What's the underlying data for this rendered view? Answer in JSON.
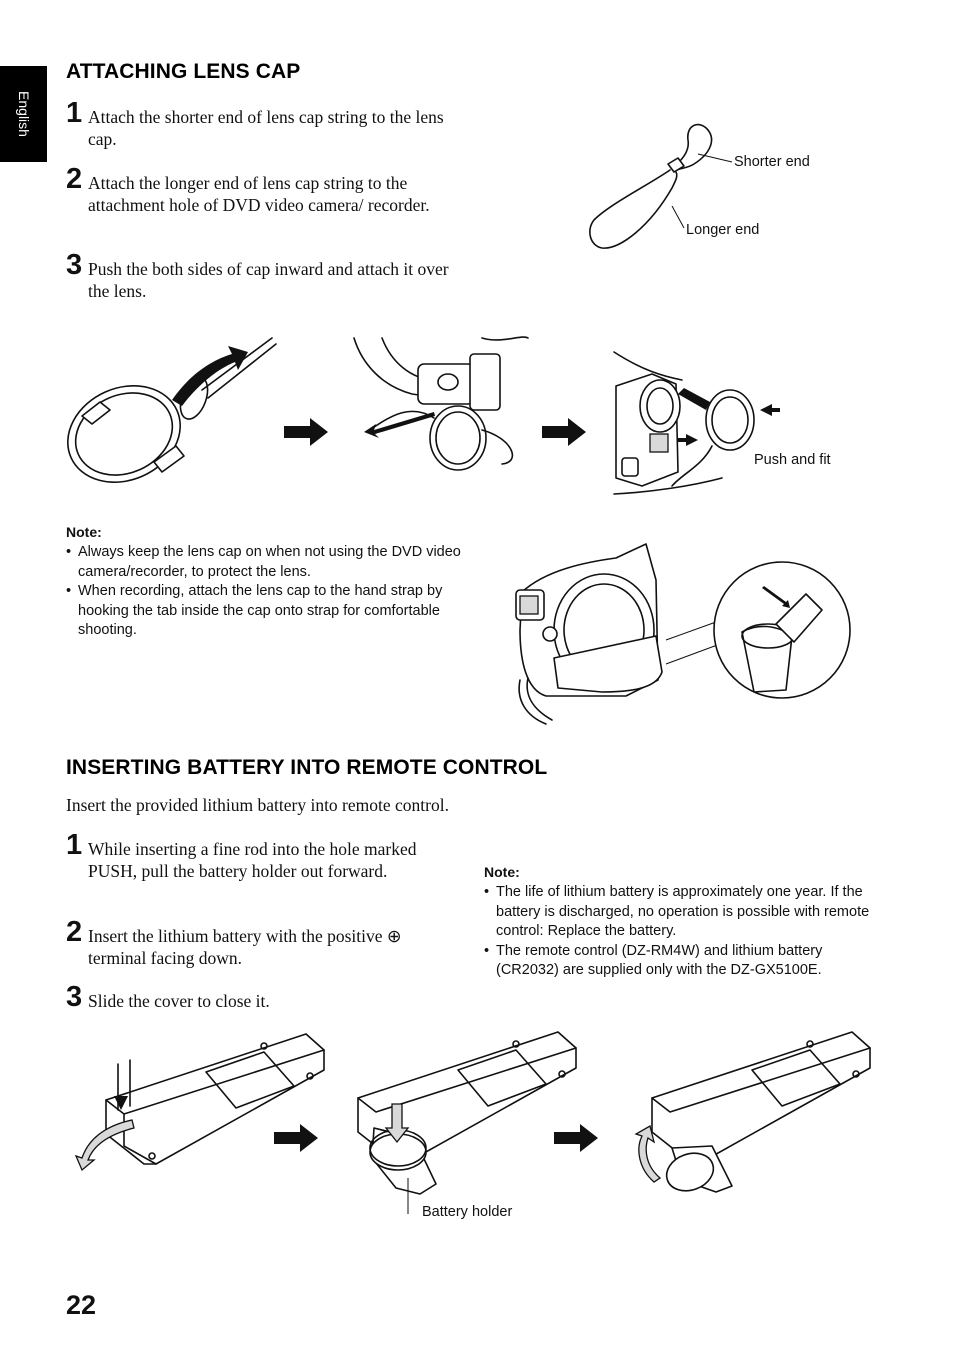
{
  "side_tab": {
    "language": "English"
  },
  "section1": {
    "heading": "ATTACHING LENS CAP",
    "steps": [
      {
        "number": "1",
        "text": "Attach the shorter end of lens cap string to the lens cap."
      },
      {
        "number": "2",
        "text": "Attach the longer end of lens cap string to the attachment hole of DVD video camera/ recorder."
      },
      {
        "number": "3",
        "text": "Push the both sides of cap inward and attach it over the lens."
      }
    ],
    "string_labels": {
      "shorter_end": "Shorter end",
      "longer_end": "Longer end"
    },
    "push_label": "Push and fit",
    "note": {
      "title": "Note:",
      "items": [
        "Always keep the lens cap on when not using the DVD video camera/recorder, to protect the lens.",
        "When recording, attach the lens cap to the hand strap by hooking the tab inside the cap onto strap for comfortable shooting."
      ]
    }
  },
  "section2": {
    "heading": "INSERTING BATTERY INTO REMOTE CONTROL",
    "intro": "Insert the provided lithium battery into remote control.",
    "steps": [
      {
        "number": "1",
        "text": "While inserting a fine rod into the hole marked PUSH, pull the battery holder out forward."
      },
      {
        "number": "2",
        "text": "Insert the lithium battery with the positive ⊕ terminal facing down."
      },
      {
        "number": "3",
        "text": "Slide the cover to close it."
      }
    ],
    "note": {
      "title": "Note:",
      "items": [
        "The life of lithium battery is approximately one year. If the battery is discharged, no operation is possible with remote control: Replace the battery.",
        "The remote control (DZ-RM4W) and lithium battery (CR2032) are supplied only with the DZ-GX5100E."
      ]
    },
    "battery_holder_label": "Battery holder"
  },
  "page_number": "22"
}
